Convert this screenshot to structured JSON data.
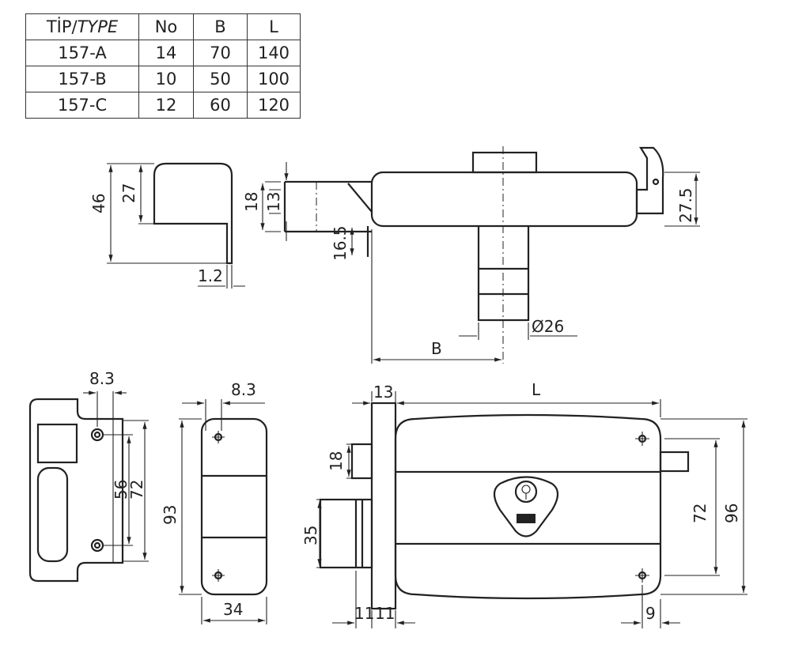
{
  "table": {
    "headers": {
      "tip": "TİP/",
      "type": "TYPE",
      "no": "No",
      "b": "B",
      "l": "L"
    },
    "rows": [
      {
        "type": "157-A",
        "no": "14",
        "b": "70",
        "l": "140"
      },
      {
        "type": "157-B",
        "no": "10",
        "b": "50",
        "l": "100"
      },
      {
        "type": "157-C",
        "no": "12",
        "b": "60",
        "l": "120"
      }
    ]
  },
  "dims": {
    "bracket_height": "46",
    "bracket_inner": "27",
    "bracket_thick": "1.2",
    "latch_18": "18",
    "latch_13": "13",
    "offset_16_5": "16.5",
    "hook_27_5": "27.5",
    "cyl_dia": "Ø26",
    "b": "B",
    "strike_8_3": "8.3",
    "strike_56": "56",
    "strike_72": "72",
    "plate_8_3": "8.3",
    "plate_93": "93",
    "plate_34": "34",
    "front_13": "13",
    "front_l": "L",
    "front_18": "18",
    "front_35": "35",
    "front_11a": "11",
    "front_11b": "11",
    "front_72": "72",
    "front_96": "96",
    "front_9": "9"
  }
}
